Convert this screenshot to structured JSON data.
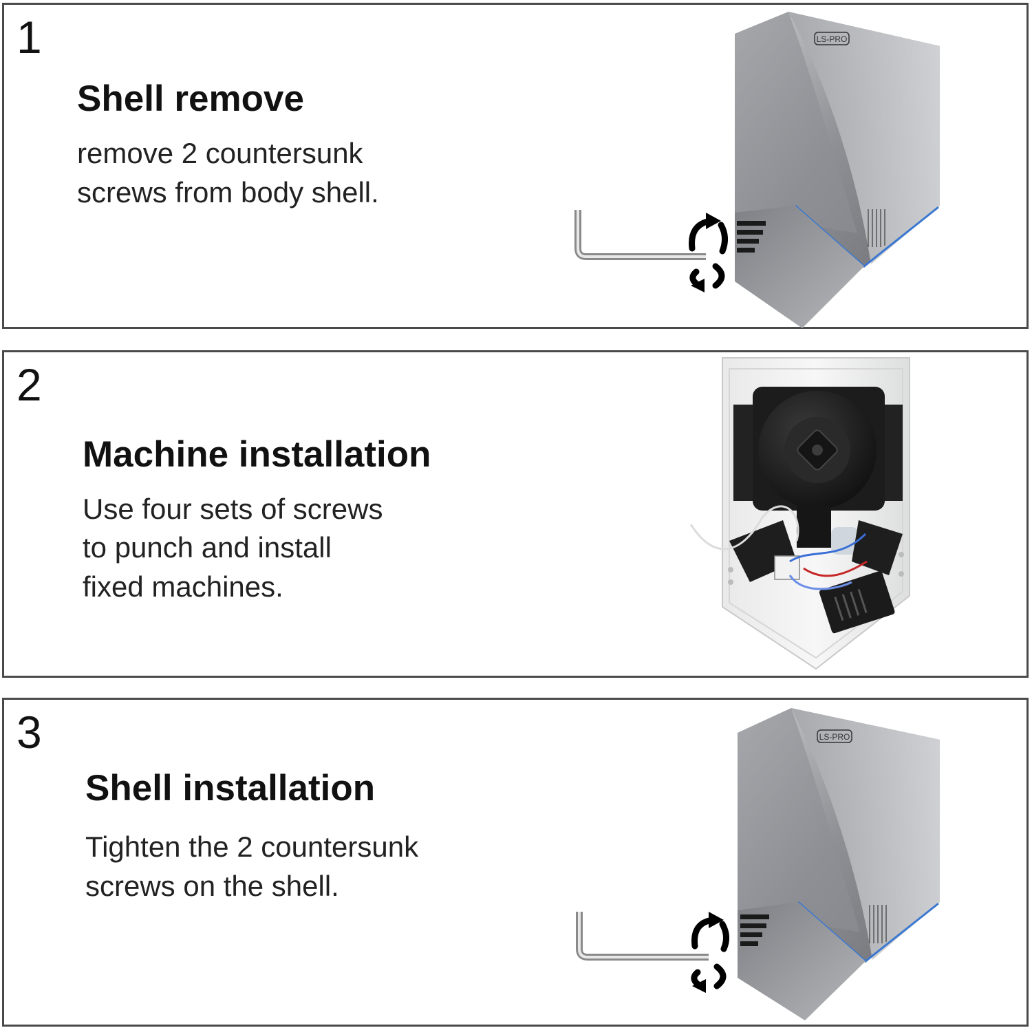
{
  "steps": [
    {
      "number": "1",
      "title": "Shell remove",
      "description": "remove 2 countersunk\nscrews from body shell.",
      "image": "hand-dryer-with-hex-key",
      "brand_logo": "LS-PRO"
    },
    {
      "number": "2",
      "title": "Machine installation",
      "description": "Use four sets of screws\nto punch and install\nfixed machines.",
      "image": "open-hand-dryer-internals"
    },
    {
      "number": "3",
      "title": "Shell installation",
      "description": "Tighten the 2 countersunk\nscrews on the shell.",
      "image": "hand-dryer-with-hex-key",
      "brand_logo": "LS-PRO"
    }
  ],
  "colors": {
    "border": "#4a4a4a",
    "shell": "#9a9ca0",
    "accent_line": "#3a78d0"
  }
}
